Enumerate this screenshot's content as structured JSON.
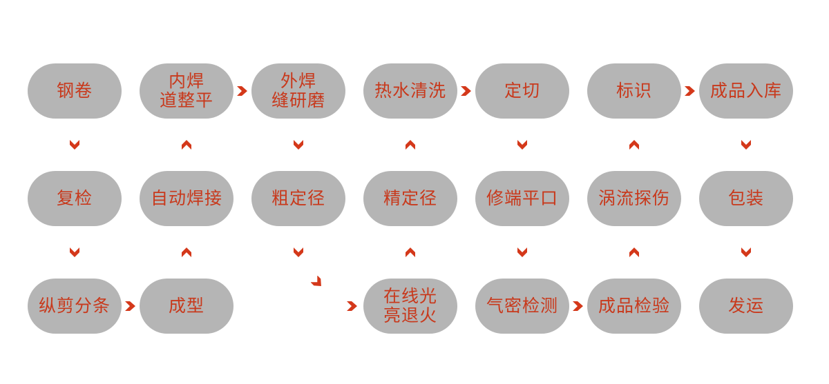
{
  "colors": {
    "node_fill": "#b5b5b5",
    "node_text": "#c8391c",
    "arrow": "#d4381a",
    "background": "#ffffff"
  },
  "steps": [
    {
      "id": "s1",
      "label": "钢卷"
    },
    {
      "id": "s2",
      "label": "复检"
    },
    {
      "id": "s3",
      "label": "纵剪分条"
    },
    {
      "id": "s4",
      "label": "成型"
    },
    {
      "id": "s5",
      "label": "自动焊接"
    },
    {
      "id": "s6",
      "label": "内焊\n道整平"
    },
    {
      "id": "s7",
      "label": "外焊\n缝研磨"
    },
    {
      "id": "s8",
      "label": "粗定径"
    },
    {
      "id": "s9",
      "label": "在线光\n亮退火"
    },
    {
      "id": "s10",
      "label": "精定径"
    },
    {
      "id": "s11",
      "label": "热水清洗"
    },
    {
      "id": "s12",
      "label": "定切"
    },
    {
      "id": "s13",
      "label": "修端平口"
    },
    {
      "id": "s14",
      "label": "气密检测"
    },
    {
      "id": "s15",
      "label": "成品检验"
    },
    {
      "id": "s16",
      "label": "涡流探伤"
    },
    {
      "id": "s17",
      "label": "标识"
    },
    {
      "id": "s18",
      "label": "成品入库"
    },
    {
      "id": "s19",
      "label": "包装"
    },
    {
      "id": "s20",
      "label": "发运"
    }
  ]
}
